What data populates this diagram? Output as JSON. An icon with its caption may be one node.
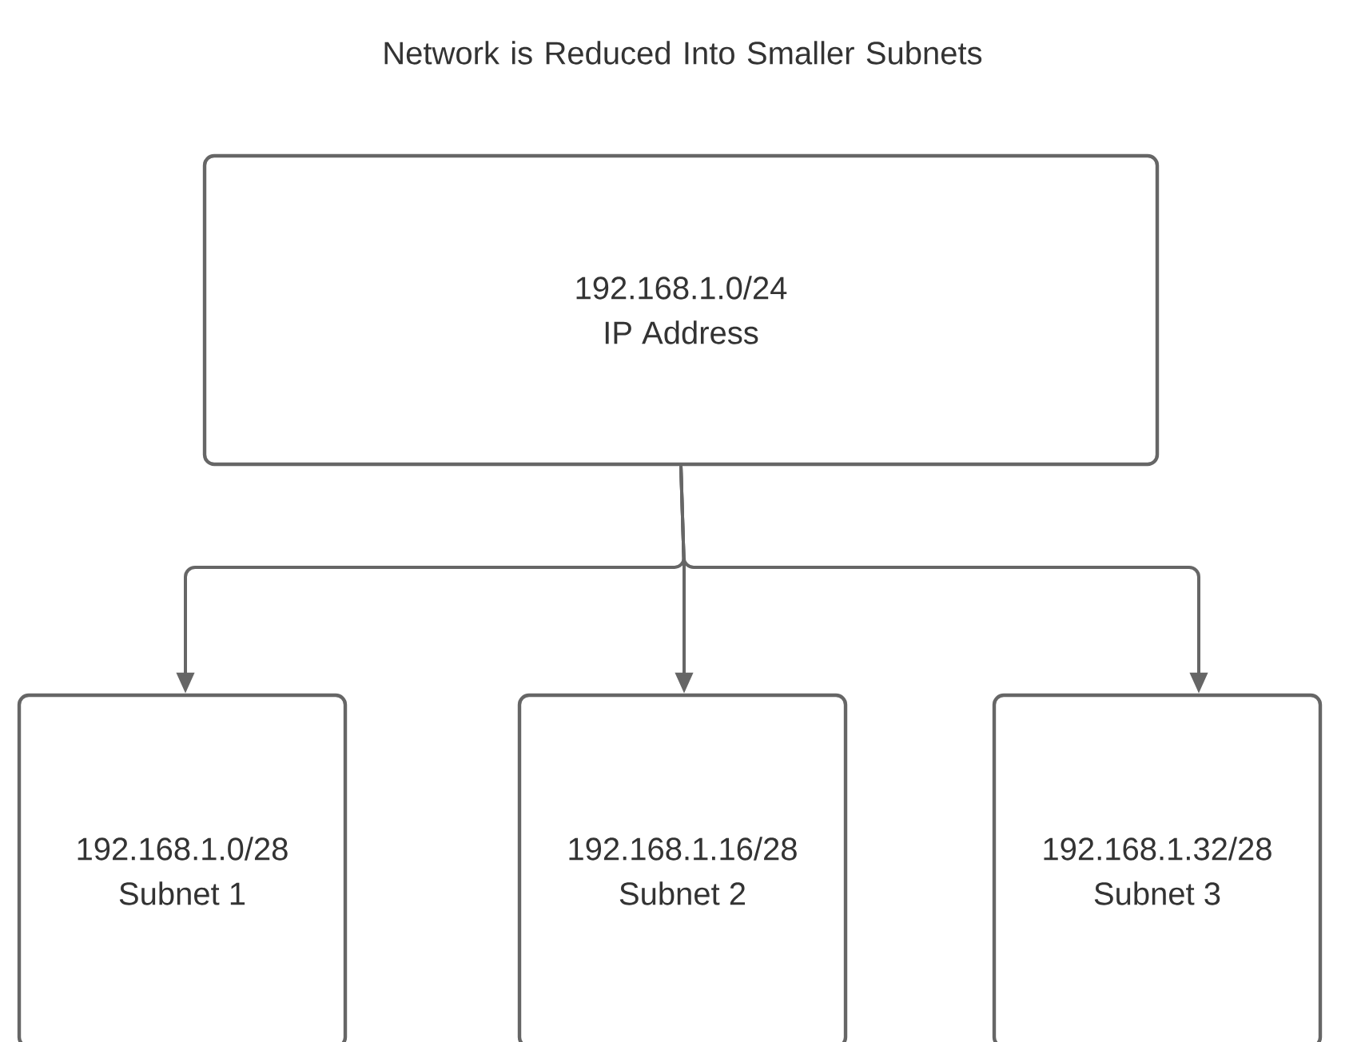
{
  "diagram": {
    "title": "Network is Reduced Into Smaller Subnets",
    "nodes": [
      {
        "text": [
          "192.168.1.0/24",
          "IP Address"
        ]
      },
      {
        "text": [
          "192.168.1.0/28",
          "Subnet 1"
        ]
      },
      {
        "text": [
          "192.168.1.16/28",
          "Subnet 2"
        ]
      },
      {
        "text": [
          "192.168.1.32/28",
          "Subnet 3"
        ]
      }
    ],
    "edges": [
      {
        "from": 0,
        "to": 1,
        "arrow": "to"
      },
      {
        "from": 0,
        "to": 2,
        "arrow": "to"
      },
      {
        "from": 0,
        "to": 3,
        "arrow": "to"
      }
    ]
  }
}
